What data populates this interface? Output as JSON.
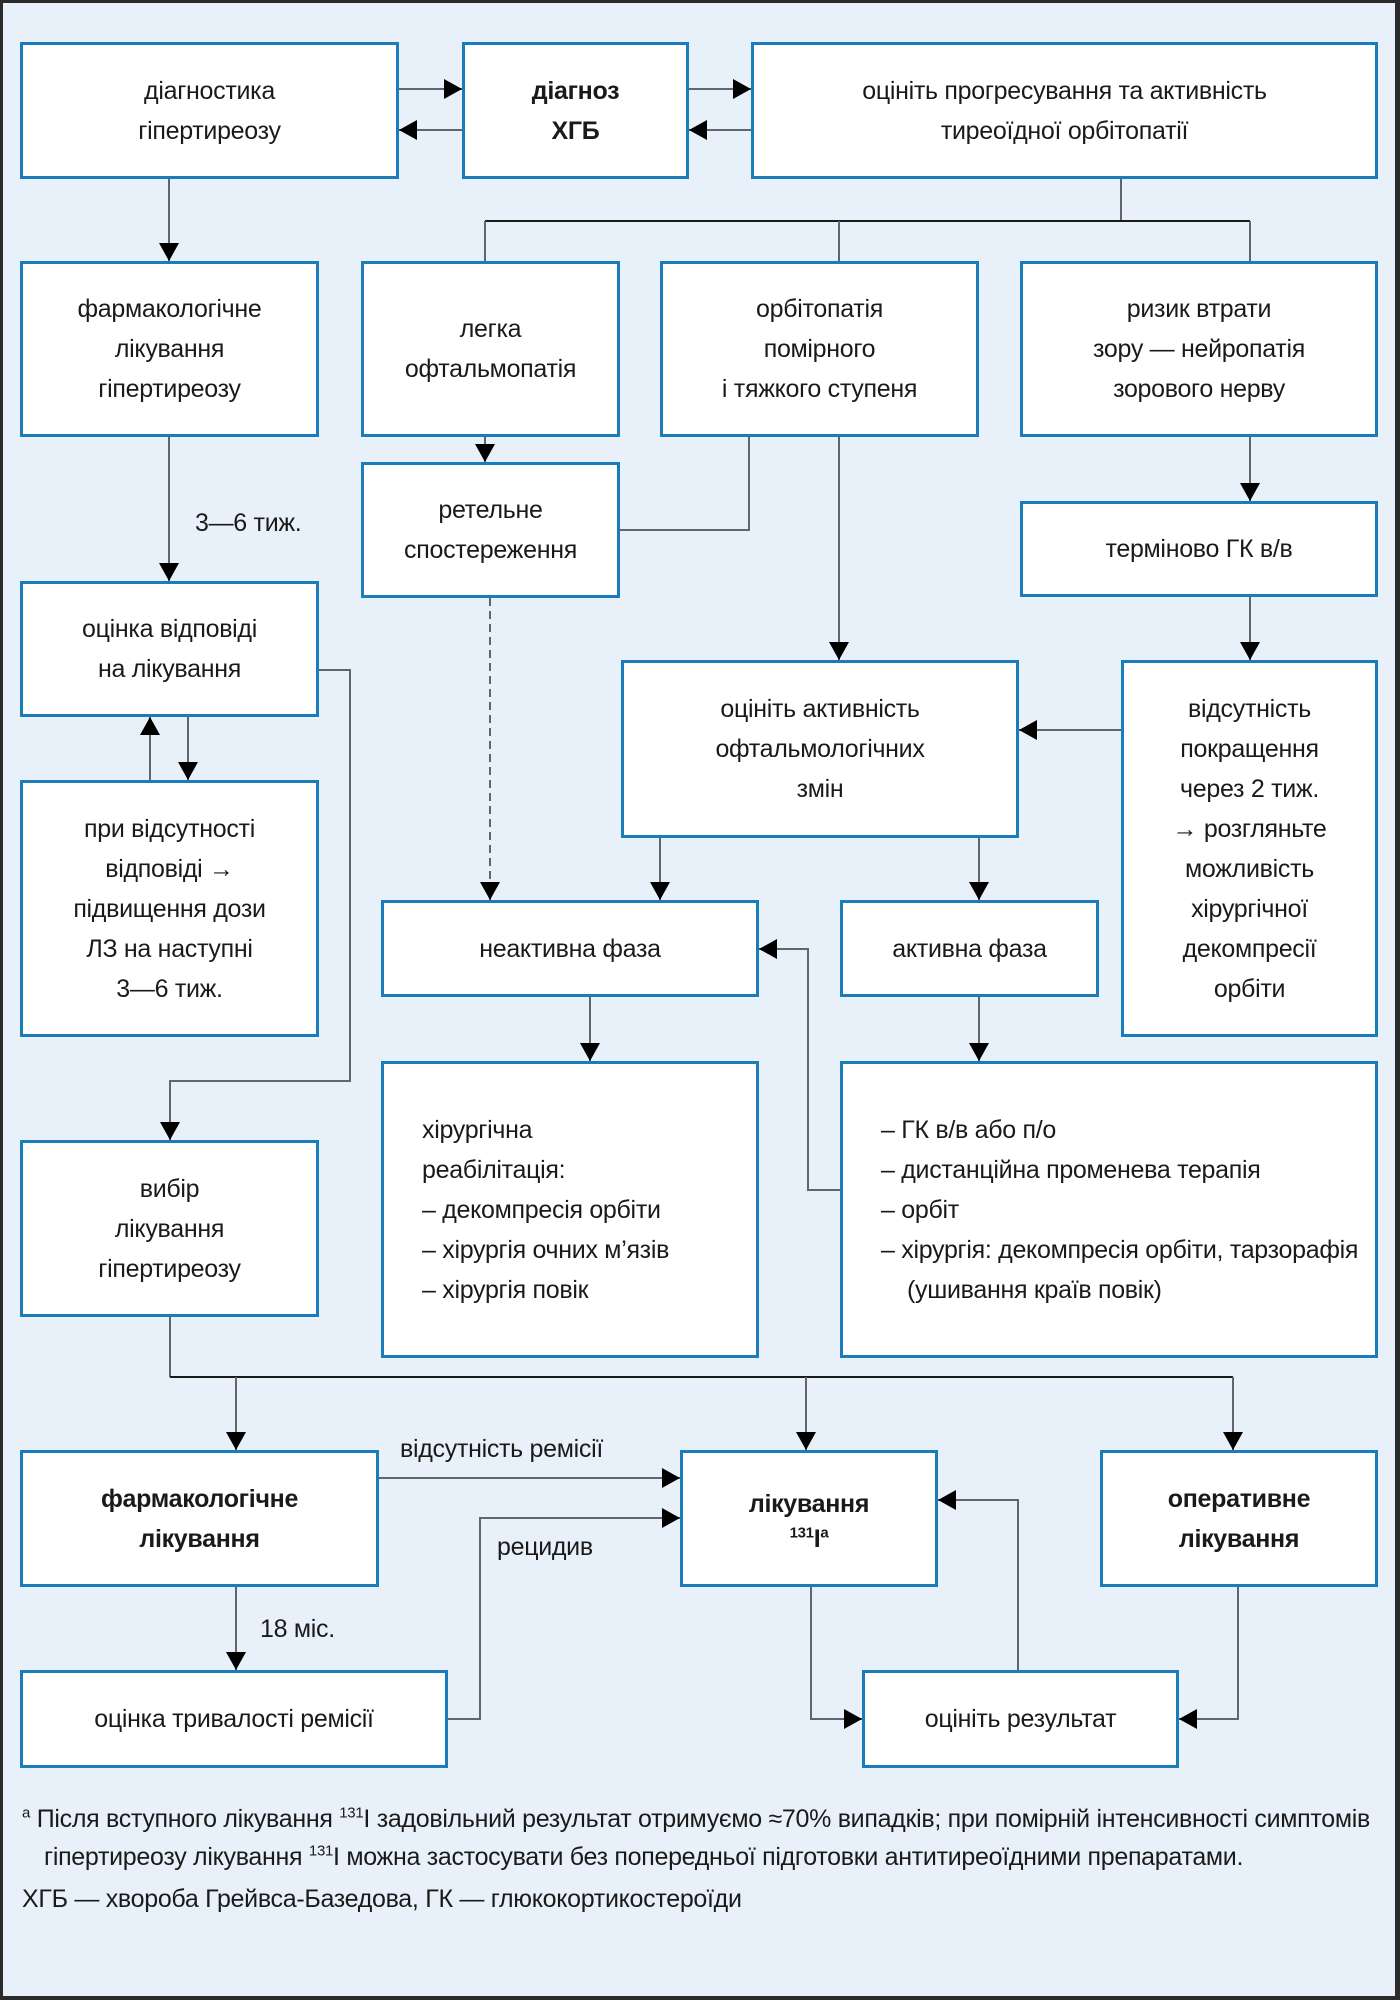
{
  "diagram": {
    "colors": {
      "background": "#e8f1fa",
      "box_border": "#1a7cb8",
      "box_fill": "#ffffff",
      "connector": "#5f6670",
      "arrowhead": "#000000",
      "frame": "#2b2b2b"
    },
    "boxes": {
      "diagnostics": [
        "діагностика",
        "гіпертиреозу"
      ],
      "diagnosis": [
        "діагноз",
        "ХГБ"
      ],
      "assess_progression": [
        "оцініть прогресування та активність",
        "тиреоїдної орбітопатії"
      ],
      "pharm_treatment_hyper": [
        "фармакологічне",
        "лікування",
        "гіпертиреозу"
      ],
      "mild": [
        "легка",
        "офтальмопатія"
      ],
      "moderate_severe": [
        "орбітопатія",
        "помірного",
        "і тяжкого ступеня"
      ],
      "vision_risk": [
        "ризик втрати",
        "зору — нейропатія",
        "зорового нерву"
      ],
      "careful_observation": [
        "ретельне",
        "спостереження"
      ],
      "urgent_gk": [
        "терміново ГК в/в"
      ],
      "evaluate_response": [
        "оцінка відповіді",
        "на лікування"
      ],
      "assess_activity": [
        "оцініть активність",
        "офтальмологічних",
        "змін"
      ],
      "no_improvement": [
        "відсутність",
        "покращення",
        "через 2 тиж.",
        "→ розгляньте",
        "можливість",
        "хірургічної",
        "декомпресії",
        "орбіти"
      ],
      "no_response": [
        "при відсутності",
        "відповіді →",
        "підвищення дози",
        "ЛЗ на наступні",
        "3—6 тиж."
      ],
      "inactive_phase": [
        "неактивна фаза"
      ],
      "active_phase": [
        "активна фаза"
      ],
      "surgical_rehab": [
        "хірургічна",
        "реабілітація:",
        "– декомпресія орбіти",
        "– хірургія очних м’язів",
        "– хірургія повік"
      ],
      "active_treatment": [
        "– ГК в/в або п/о",
        "– дистанційна променева терапія",
        "– орбіт",
        "– хірургія: декомпресія орбіти, тарзорафія (ушивання країв повік)"
      ],
      "choice_treatment": [
        "вибір",
        "лікування",
        "гіпертиреозу"
      ],
      "pharm_treatment": [
        "фармакологічне",
        "лікування"
      ],
      "iodine_treatment": {
        "line1": "лікування",
        "isotope": "131",
        "element": "I",
        "footnote_mark": "a"
      },
      "operative_treatment": [
        "оперативне",
        "лікування"
      ],
      "remission_duration": [
        "оцінка тривалості ремісії"
      ],
      "evaluate_result": [
        "оцініть результат"
      ]
    },
    "edge_labels": {
      "weeks_3_6": "3—6 тиж.",
      "no_remission": "відсутність ремісії",
      "relapse": "рецидив",
      "months_18": "18 міс."
    }
  },
  "notes": {
    "footnote_mark": "a",
    "footnote_pre": "Після вступного лікування ",
    "isotope": "131",
    "footnote_mid": "I задовільний результат отримуємо ≈70% випадків; при помірній інтенсивності симптомів гіпертиреозу лікування ",
    "footnote_post": "I можна застосувати без попередньої підготовки антитиреоїдними препаратами.",
    "abbreviations": "ХГБ — хвороба Грейвса-Базедова, ГК — глюкокортикостероїди"
  }
}
